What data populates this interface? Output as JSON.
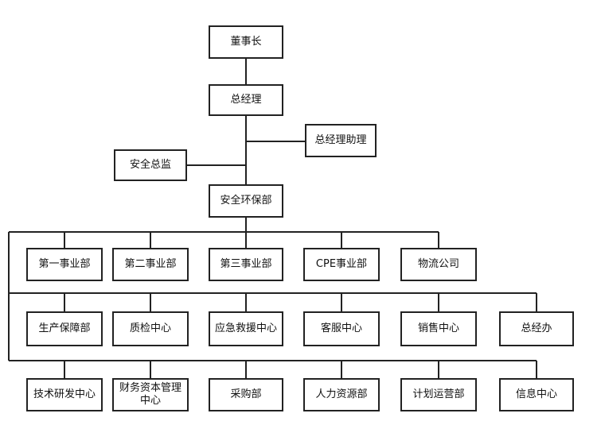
{
  "nodes": {
    "chairman": "董事长",
    "gm": "总经理",
    "gm_assistant": "总经理助理",
    "safety_director": "安全总监",
    "safety_env_dept": "安全环保部",
    "row1": [
      "第一事业部",
      "第二事业部",
      "第三事业部",
      "CPE事业部",
      "物流公司"
    ],
    "row2": [
      "生产保障部",
      "质检中心",
      "应急救援中心",
      "客服中心",
      "销售中心",
      "总经办"
    ],
    "row3": [
      "技术研发中心",
      "财务资本管理中心",
      "采购部",
      "人力资源部",
      "计划运营部",
      "信息中心"
    ]
  }
}
